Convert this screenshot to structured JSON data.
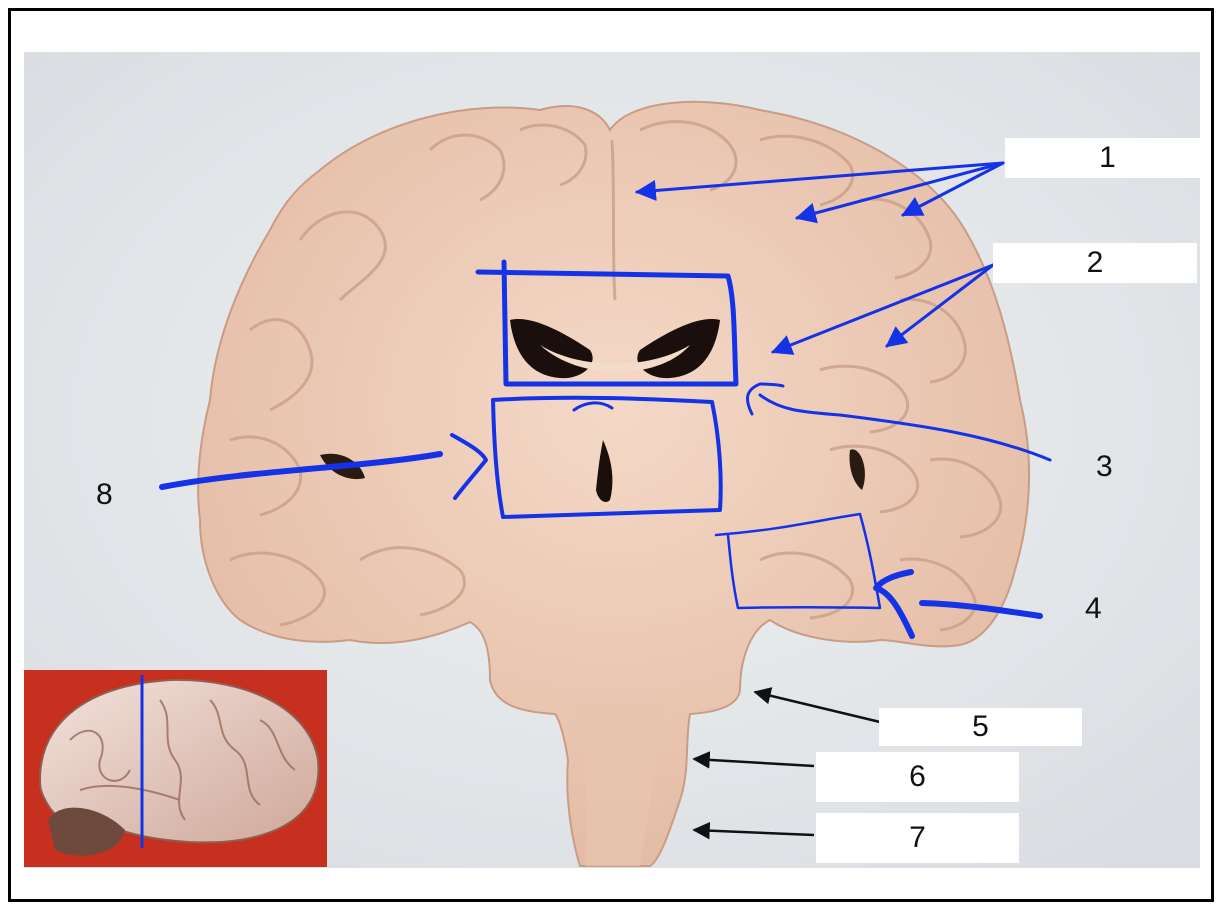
{
  "labels": {
    "l1": "1",
    "l2": "2",
    "l3": "3",
    "l4": "4",
    "l5": "5",
    "l6": "6",
    "l7": "7",
    "l8": "8"
  },
  "colors": {
    "background_photo": "#e4e7ea",
    "tissue": "#eccbb6",
    "tissue_shadow": "#d8ad96",
    "annotation_blue": "#1433e6",
    "arrow_black": "#111111",
    "inset_red": "#c7301f"
  }
}
